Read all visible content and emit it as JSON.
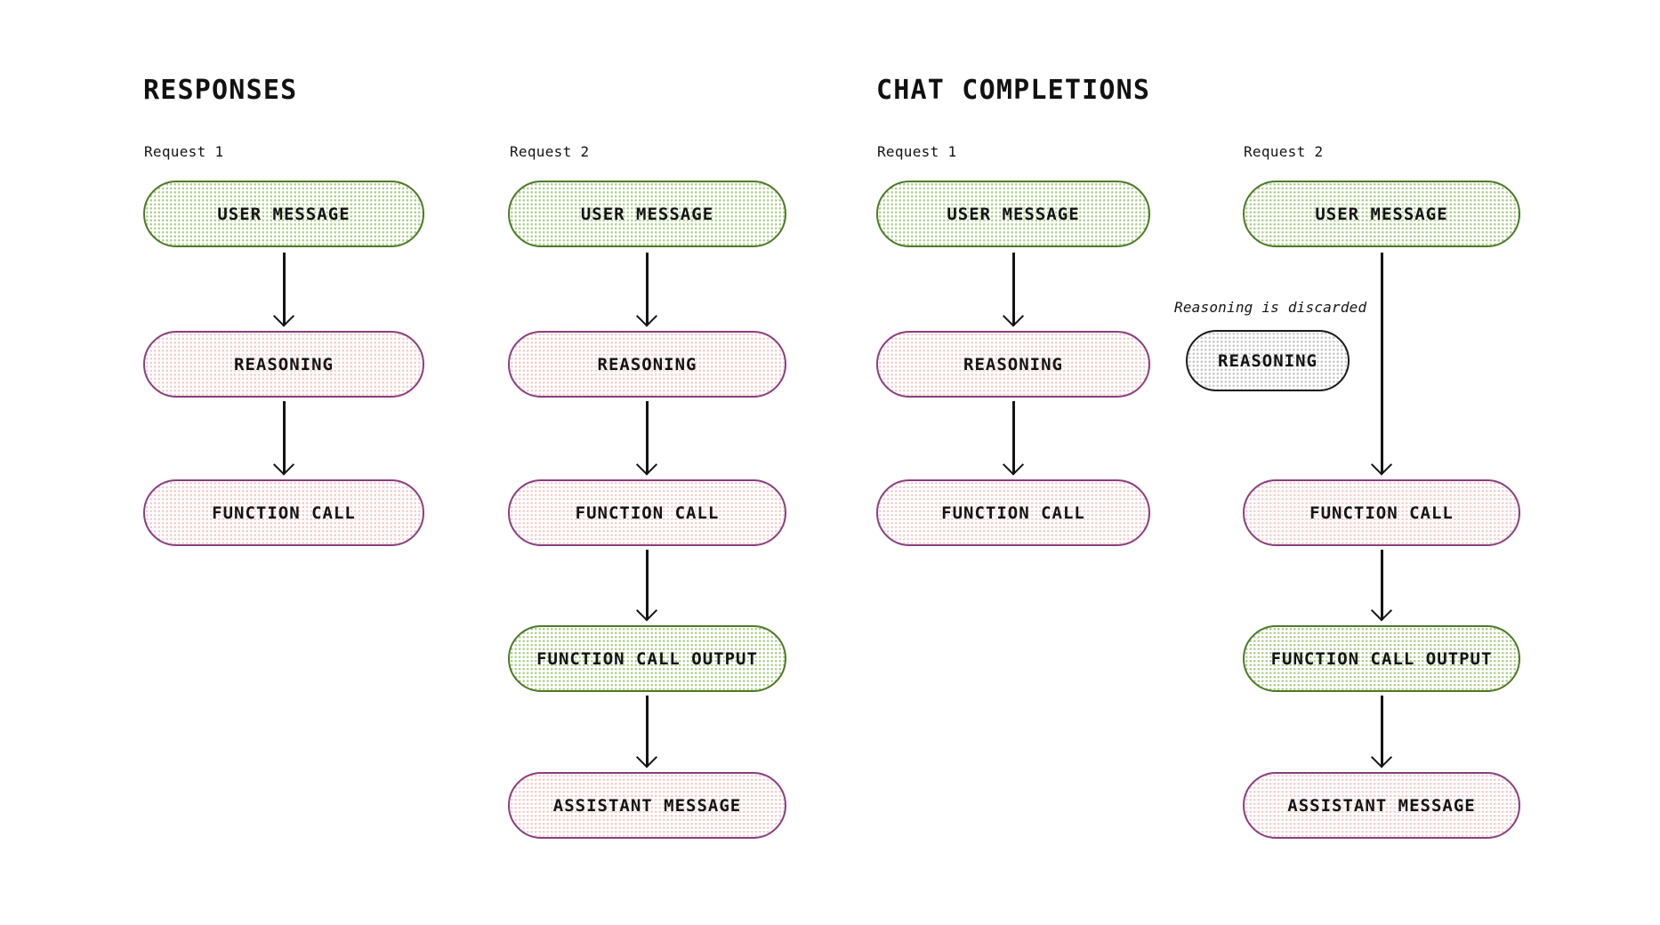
{
  "colors": {
    "background": "#ffffff",
    "text": "#141414",
    "green_border": "#4d7a26",
    "green_dot_fill": "#aecd8e",
    "plum_border": "#8a3f7d",
    "pink_dot_fill": "#f2cdcd",
    "black_border": "#1a1a1a",
    "gray_dot_fill": "#c7c7c7",
    "arrow": "#141414"
  },
  "sections": [
    {
      "title": "RESPONSES"
    },
    {
      "title": "CHAT COMPLETIONS"
    }
  ],
  "columns": [
    {
      "section": "RESPONSES",
      "request": "Request 1",
      "nodes": [
        {
          "label": "USER MESSAGE",
          "style": "green"
        },
        {
          "label": "REASONING",
          "style": "pink"
        },
        {
          "label": "FUNCTION CALL",
          "style": "pink"
        }
      ]
    },
    {
      "section": "RESPONSES",
      "request": "Request 2",
      "nodes": [
        {
          "label": "USER MESSAGE",
          "style": "green"
        },
        {
          "label": "REASONING",
          "style": "pink"
        },
        {
          "label": "FUNCTION CALL",
          "style": "pink"
        },
        {
          "label": "FUNCTION CALL OUTPUT",
          "style": "green"
        },
        {
          "label": "ASSISTANT MESSAGE",
          "style": "pink"
        }
      ]
    },
    {
      "section": "CHAT COMPLETIONS",
      "request": "Request 1",
      "nodes": [
        {
          "label": "USER MESSAGE",
          "style": "green"
        },
        {
          "label": "REASONING",
          "style": "pink"
        },
        {
          "label": "FUNCTION CALL",
          "style": "pink"
        }
      ]
    },
    {
      "section": "CHAT COMPLETIONS",
      "request": "Request 2",
      "nodes": [
        {
          "label": "USER MESSAGE",
          "style": "green"
        },
        {
          "label": "FUNCTION CALL",
          "style": "pink"
        },
        {
          "label": "FUNCTION CALL OUTPUT",
          "style": "green"
        },
        {
          "label": "ASSISTANT MESSAGE",
          "style": "pink"
        }
      ],
      "discarded": {
        "annotation": "Reasoning is discarded",
        "label": "REASONING",
        "style": "gray"
      }
    }
  ]
}
